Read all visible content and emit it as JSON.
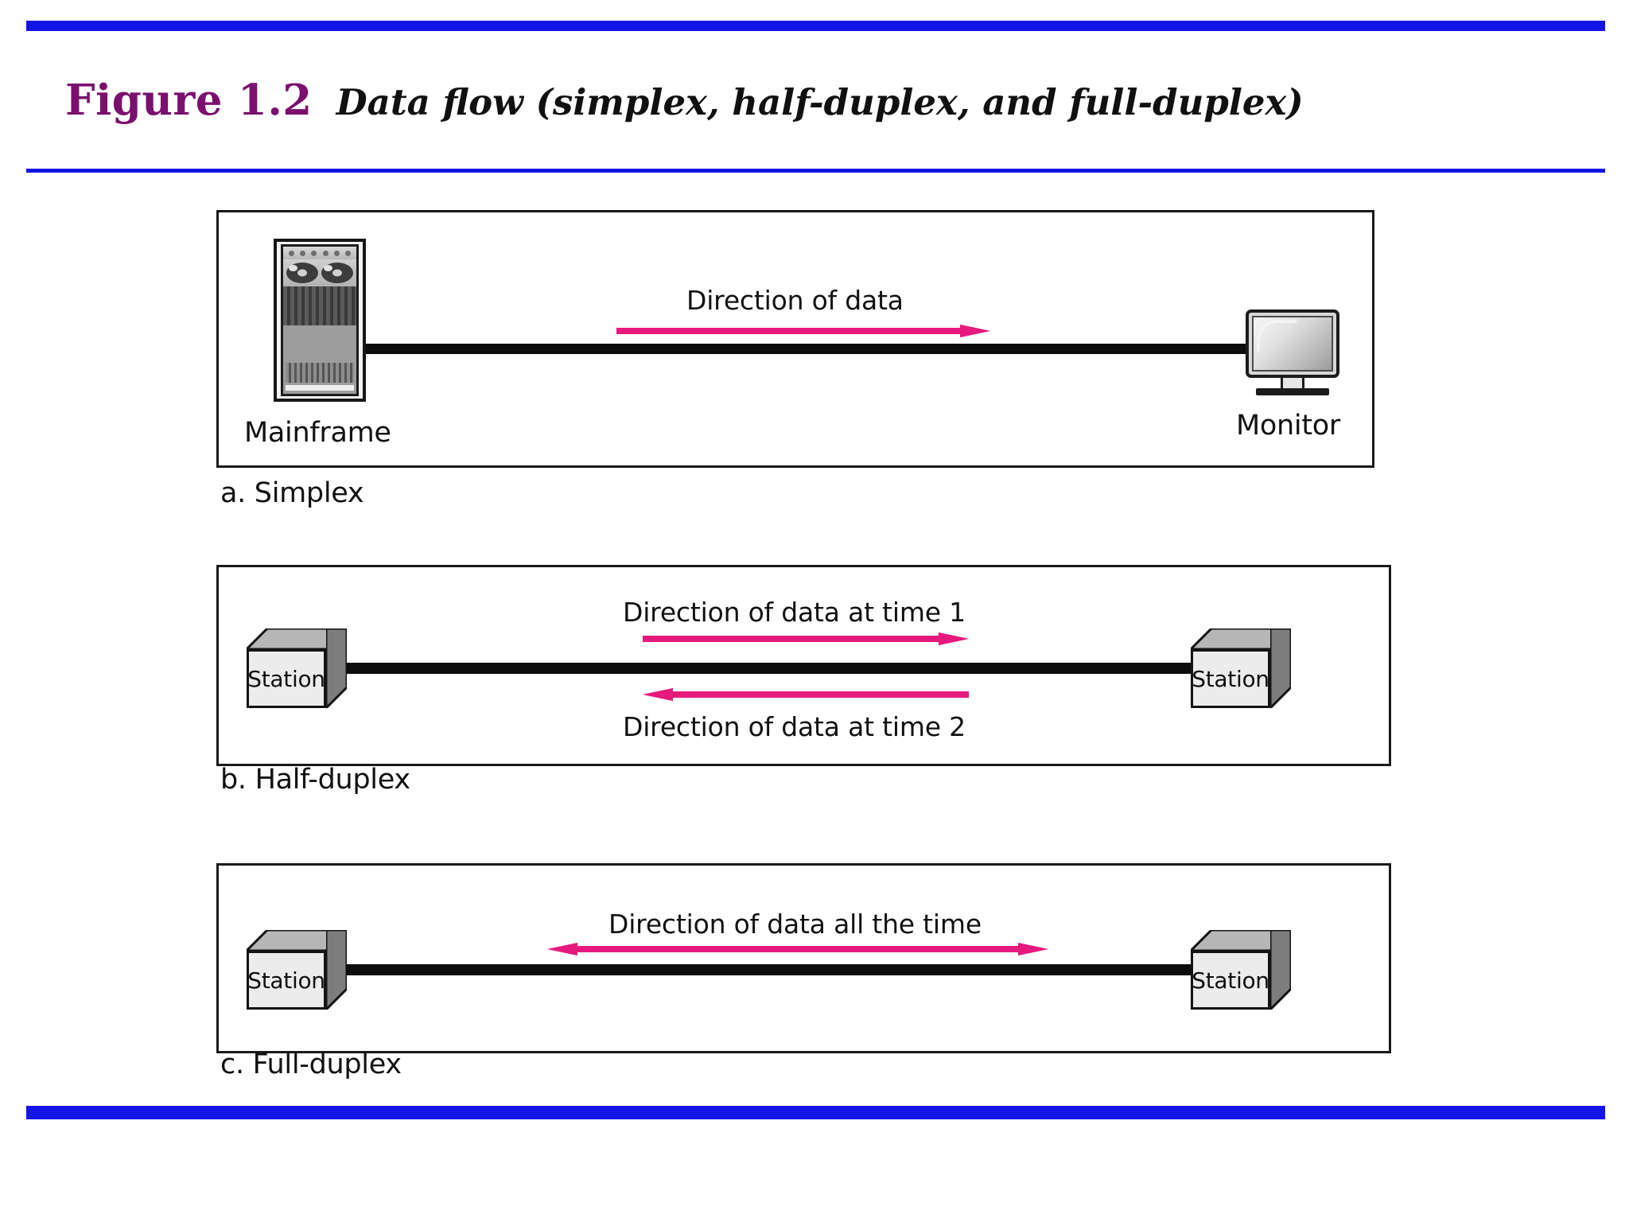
{
  "figure": {
    "number_label": "Figure 1.2",
    "caption": "Data flow (simplex, half-duplex, and full-duplex)",
    "number_color": "#7b0f6e",
    "rule_color": "#1414e6",
    "arrow_color": "#e6197d"
  },
  "panels": [
    {
      "id": "simplex",
      "caption": "a. Simplex",
      "left_device": {
        "type": "mainframe",
        "label": "Mainframe"
      },
      "right_device": {
        "type": "monitor",
        "label": "Monitor"
      },
      "arrows": [
        {
          "label": "Direction of data",
          "direction": "right",
          "label_position": "above"
        }
      ]
    },
    {
      "id": "half-duplex",
      "caption": "b. Half-duplex",
      "left_device": {
        "type": "station",
        "label": "Station"
      },
      "right_device": {
        "type": "station",
        "label": "Station"
      },
      "arrows": [
        {
          "label": "Direction of data at time 1",
          "direction": "right",
          "label_position": "above"
        },
        {
          "label": "Direction of data at time 2",
          "direction": "left",
          "label_position": "below"
        }
      ]
    },
    {
      "id": "full-duplex",
      "caption": "c. Full-duplex",
      "left_device": {
        "type": "station",
        "label": "Station"
      },
      "right_device": {
        "type": "station",
        "label": "Station"
      },
      "arrows": [
        {
          "label": "Direction of data all the time",
          "direction": "both",
          "label_position": "above"
        }
      ]
    }
  ]
}
